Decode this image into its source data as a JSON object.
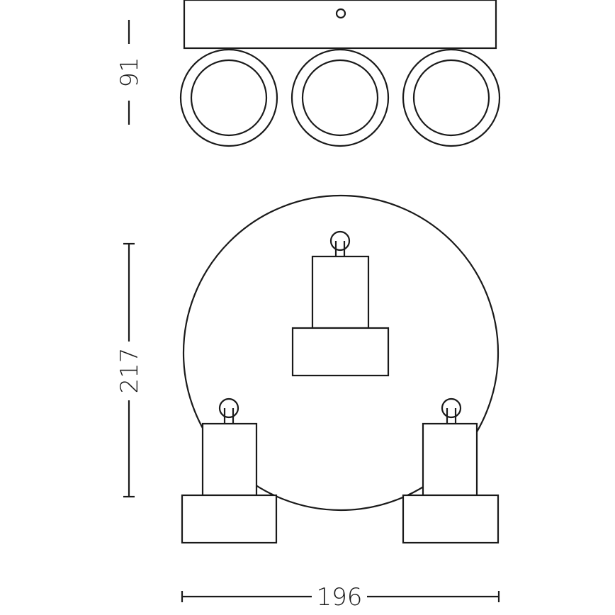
{
  "dimensions": {
    "depth": "91",
    "height": "217",
    "width": "196"
  },
  "colors": {
    "line": "#1a1a1a",
    "background": "#ffffff"
  }
}
